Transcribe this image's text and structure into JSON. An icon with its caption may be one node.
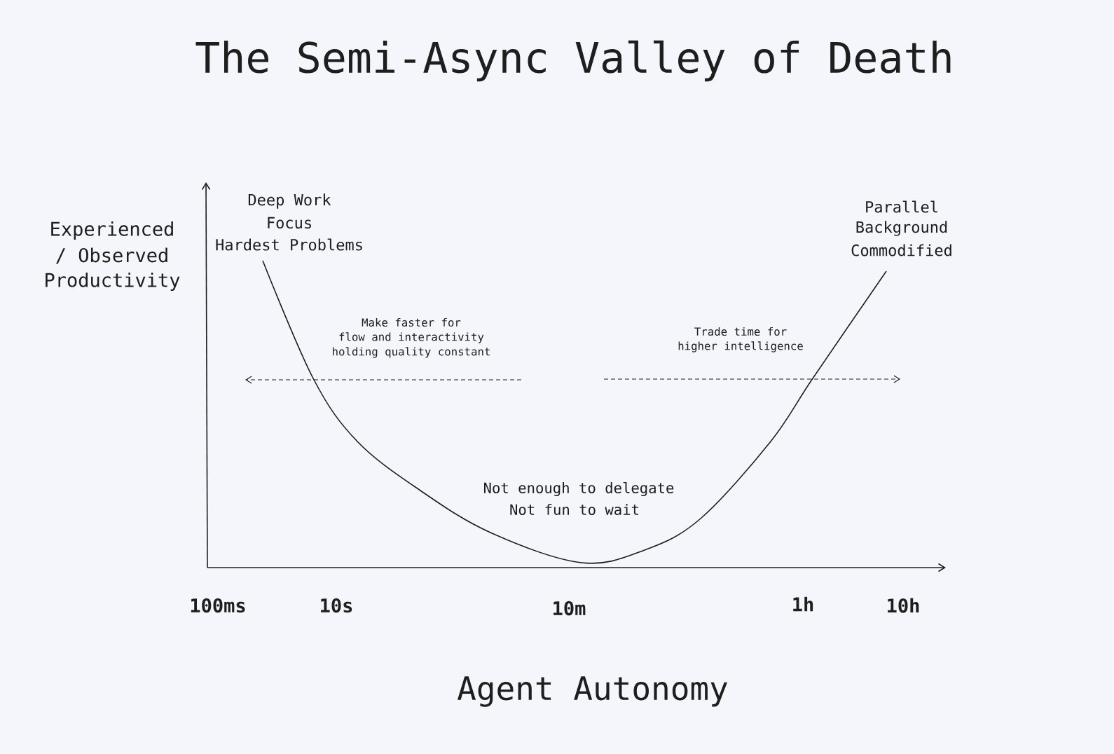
{
  "diagram": {
    "title": "The Semi-Async Valley of Death",
    "labels": [
      "Experienced",
      "/ Observed",
      "Productivity",
      "Deep Work",
      "Focus",
      "Hardest Problems",
      "Parallel",
      "Background",
      "Commodified",
      "Make faster for",
      "flow and interactivity",
      "holding quality constant",
      "Trade time for",
      "higher intelligence",
      "Not enough to delegate",
      "Not fun to wait",
      "100ms",
      "10s",
      "10m",
      "1h",
      "10h",
      "Agent Autonomy"
    ]
  }
}
